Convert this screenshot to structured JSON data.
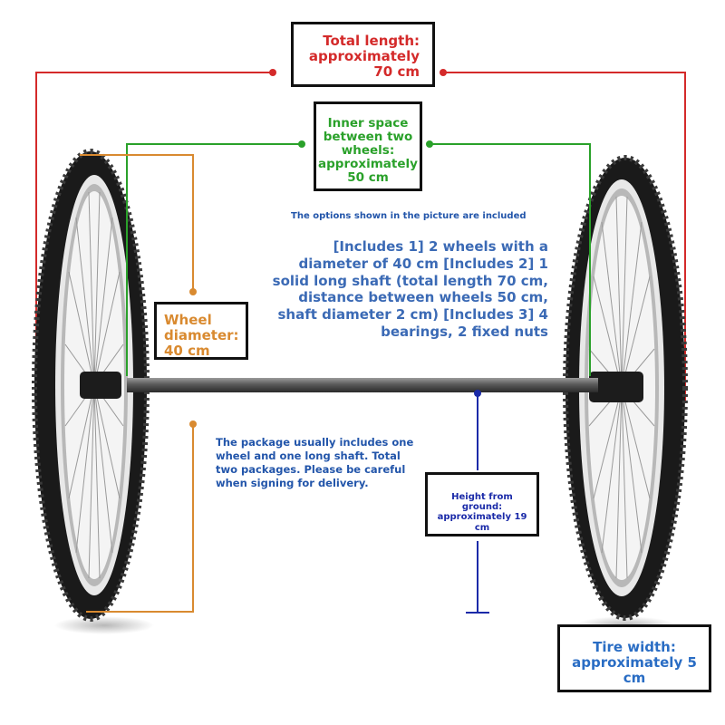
{
  "labels": {
    "total_length": "Total length: approximately 70 cm",
    "inner_space": "Inner space between two wheels: approximately 50 cm",
    "wheel_diameter": "Wheel diameter: 40 cm",
    "height_from_ground": "Height from ground: approximately 19 cm",
    "tire_width": "Tire width: approximately 5 cm"
  },
  "notes": {
    "options": "The options shown in the picture are included",
    "includes": "[Includes 1] 2 wheels with a diameter of 40 cm [Includes 2] 1 solid long shaft (total length 70 cm, distance between wheels 50 cm, shaft diameter 2 cm) [Includes 3] 4 bearings, 2 fixed nuts",
    "package": "The package usually includes one wheel and one long shaft. Total two packages. Please be careful when signing for delivery."
  },
  "colors": {
    "total_length": "#d42a2a",
    "inner_space": "#2aa12a",
    "wheel_diameter": "#d98a30",
    "height_from_ground": "#1a2aa8",
    "tire_width": "#2a6dc4",
    "note_text": "#2255aa"
  },
  "illustration": {
    "left_wheel": "bicycle-wheel",
    "right_wheel": "bicycle-wheel",
    "axle": "steel-shaft"
  }
}
